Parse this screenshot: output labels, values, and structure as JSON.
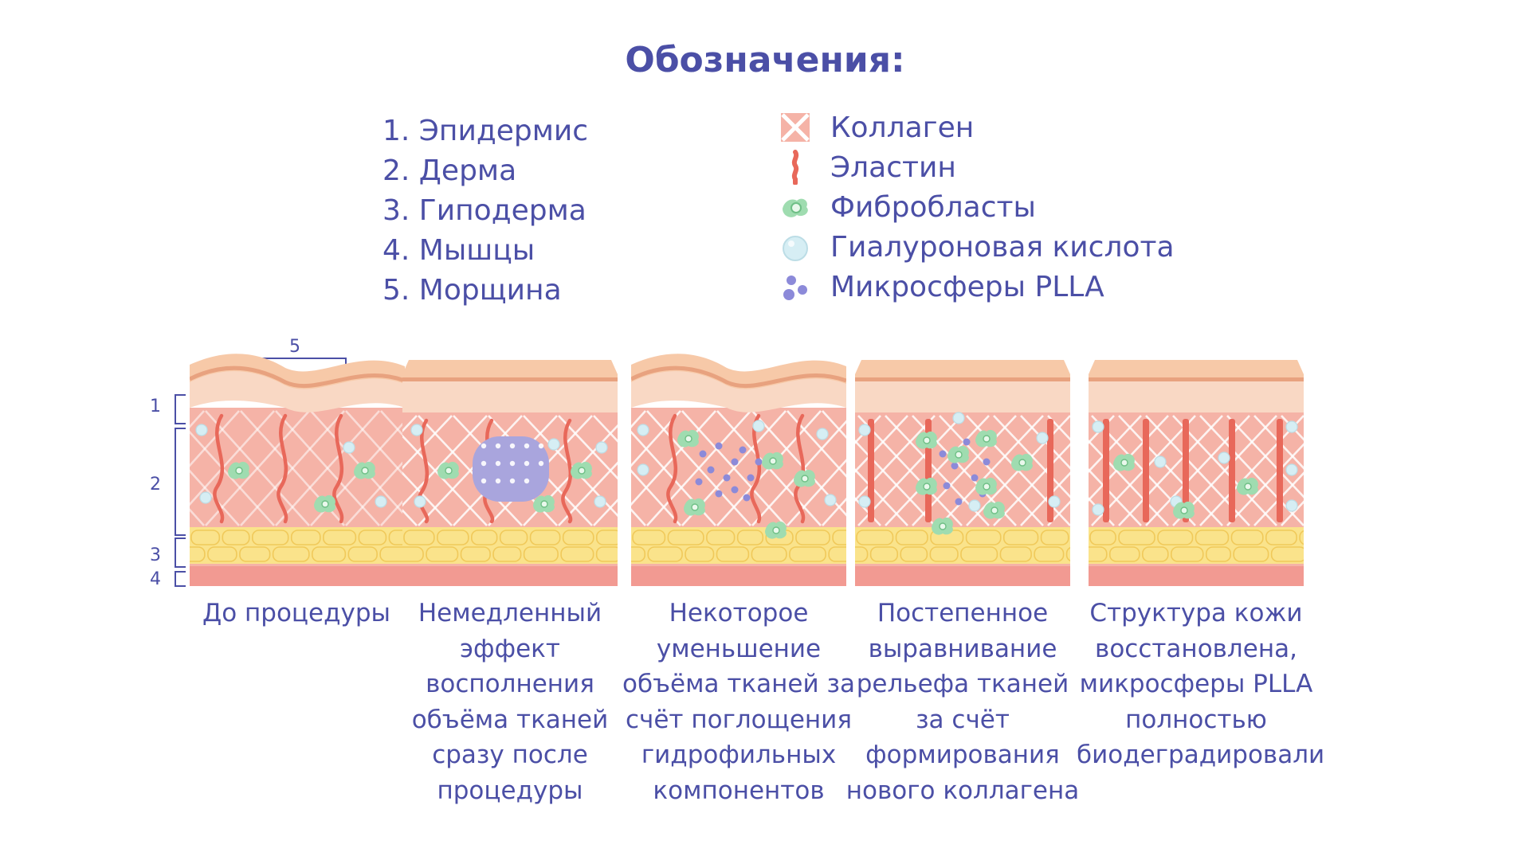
{
  "title": "Обозначения:",
  "layers": [
    "1. Эпидермис",
    "2. Дерма",
    "3. Гиподерма",
    "4. Мышцы",
    "5. Морщина"
  ],
  "legend": [
    {
      "label": "Коллаген",
      "icon": "collagen-icon"
    },
    {
      "label": "Эластин",
      "icon": "elastin-icon"
    },
    {
      "label": "Фибробласты",
      "icon": "fibroblast-icon"
    },
    {
      "label": "Гиалуроновая кислота",
      "icon": "hyaluronic-acid-icon"
    },
    {
      "label": "Микросферы PLLA",
      "icon": "plla-microspheres-icon"
    }
  ],
  "scale_labels": {
    "epidermis": "1",
    "dermis": "2",
    "hypodermis": "3",
    "muscle": "4",
    "wrinkle": "5"
  },
  "colors": {
    "text": "#4b4fa6",
    "epidermis_top": "#f7c9a8",
    "epidermis_line": "#e8a27f",
    "epidermis_lower": "#f9d8c4",
    "dermis": "#f5b3a7",
    "collagen": "#ffffff",
    "elastin": "#e8685a",
    "fat": "#fae38b",
    "fat_line": "#f0c95a",
    "muscle": "#f29a92",
    "fibroblast": "#9fdcb0",
    "hyaluronic": "#d6eef4",
    "plla_blob": "#a9a5dd",
    "plla": "#8c8ad9"
  },
  "stages": [
    "До процедуры",
    "Немедленный эффект восполнения объёма тканей сразу после процедуры",
    "Некоторое уменьшение объёма тканей за счёт поглощения гидрофильных компонентов",
    "Постепенное выравнивание рельефа тканей за  счёт формирования нового коллагена",
    "Структура кожи восстановлена, микросферы PLLA полностью биодеградировали"
  ]
}
